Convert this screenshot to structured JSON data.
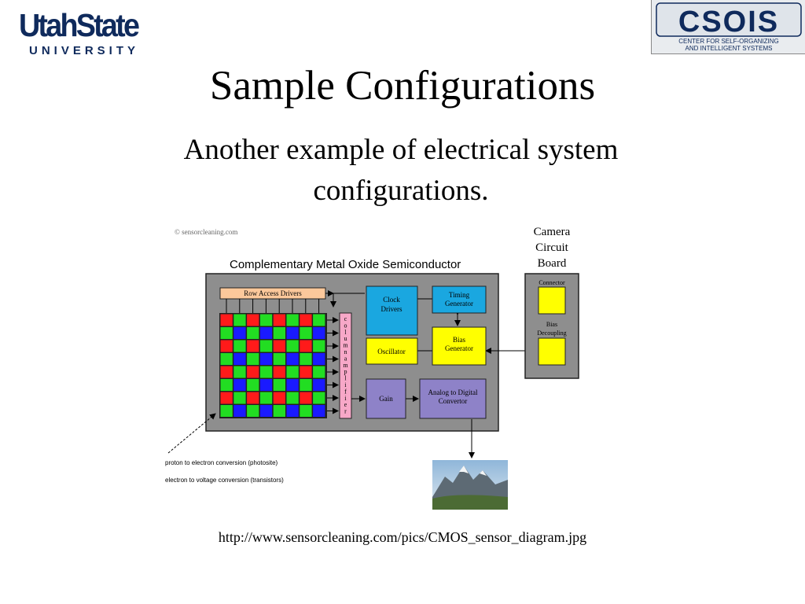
{
  "logos": {
    "usu_main": "UtahState",
    "usu_sub": "UNIVERSITY",
    "csois_name": "CSOIS",
    "csois_line1": "CENTER FOR SELF-ORGANIZING",
    "csois_line2": "AND INTELLIGENT SYSTEMS"
  },
  "slide": {
    "title": "Sample Configurations",
    "subtitle_line1": "Another example of electrical system",
    "subtitle_line2": "configurations.",
    "url": "http://www.sensorcleaning.com/pics/CMOS_sensor_diagram.jpg"
  },
  "diagram": {
    "copyright": "© sensorcleaning.com",
    "chip_title": "Complementary Metal Oxide Semiconductor",
    "row_access": "Row Access Drivers",
    "column_amplifier": "column amplifier",
    "clock_line1": "Clock",
    "clock_line2": "Drivers",
    "timing_line1": "Timing",
    "timing_line2": "Generator",
    "bias_gen_line1": "Bias",
    "bias_gen_line2": "Generator",
    "oscillator": "Oscillator",
    "gain": "Gain",
    "adc_line1": "Analog to Digital",
    "adc_line2": "Convertor",
    "board_line1": "Camera",
    "board_line2": "Circuit",
    "board_line3": "Board",
    "connector": "Connector",
    "bias_dec_line1": "Bias",
    "bias_dec_line2": "Decoupling",
    "note1": "proton to electron conversion (photosite)",
    "note2": "electron to voltage conversion (transistors)"
  },
  "colors": {
    "navy": "#0f2a5c",
    "chip_gray": "#8e8e8e",
    "cyan": "#1aa7e0",
    "yellow": "#ffff00",
    "peach": "#fcc89b",
    "pink": "#f7a8c8",
    "adc_purple": "#8e82c8",
    "pixel_red": "#ff1a1a",
    "pixel_green": "#22dd22",
    "pixel_blue": "#1a1aff"
  }
}
